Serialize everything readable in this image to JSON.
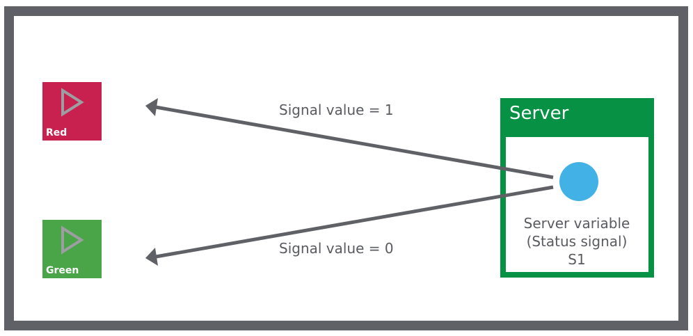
{
  "tiles": {
    "red": {
      "label": "Red",
      "color": "#c8214f"
    },
    "green": {
      "label": "Green",
      "color": "#4aa448"
    }
  },
  "server": {
    "title": "Server",
    "color": "#079144",
    "variable": {
      "line1": "Server variable",
      "line2": "(Status signal)",
      "line3": "S1",
      "dot_color": "#42b2e6"
    }
  },
  "signals": {
    "to_red": "Signal value = 1",
    "to_green": "Signal value = 0"
  },
  "colors": {
    "frame": "#606166",
    "arrow": "#606166",
    "play_outline": "#9c9ea2"
  }
}
